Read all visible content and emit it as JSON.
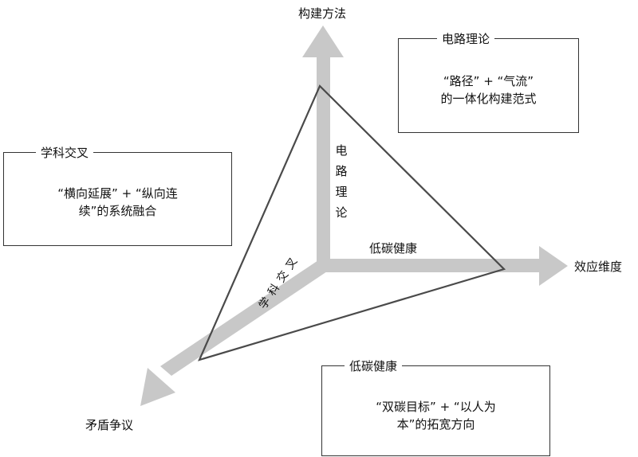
{
  "axes": {
    "up": "构建方法",
    "right": "效应维度",
    "down_left": "矛盾争议"
  },
  "inner_labels": {
    "vertical": "电路理论",
    "horizontal": "低碳健康",
    "diagonal": "学科交叉"
  },
  "boxes": {
    "circuit": {
      "title": "电路理论",
      "line1": "“路径” + “气流”",
      "line2": "的一体化构建范式"
    },
    "interdisciplinary": {
      "title": "学科交叉",
      "line1": "“横向延展” + “纵向连",
      "line2": "续”的系统融合"
    },
    "lowcarbon": {
      "title": "低碳健康",
      "line1": "“双碳目标” + “以人为",
      "line2": "本”的拓宽方向"
    }
  },
  "colors": {
    "arrow": "#c8c8c8",
    "triangle": "#4a4a4a",
    "border": "#333333"
  }
}
